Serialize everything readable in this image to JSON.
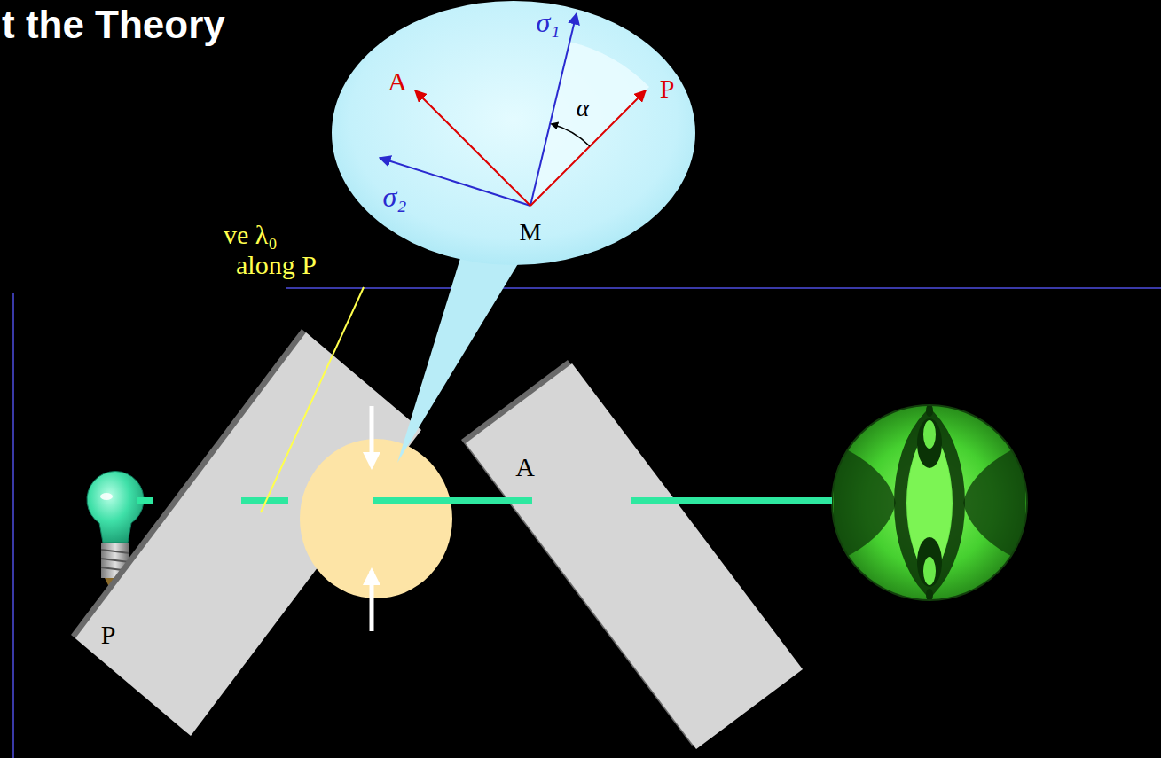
{
  "diagram": {
    "title": "t the Theory",
    "nodes": [
      {
        "text": [
          "σ₁",
          "A",
          "α",
          "P",
          "σ₂",
          "M"
        ]
      },
      {
        "text": [
          "P"
        ]
      },
      {
        "text": [
          "A"
        ]
      }
    ],
    "labels": [
      "ve λ₀",
      "along P"
    ]
  }
}
